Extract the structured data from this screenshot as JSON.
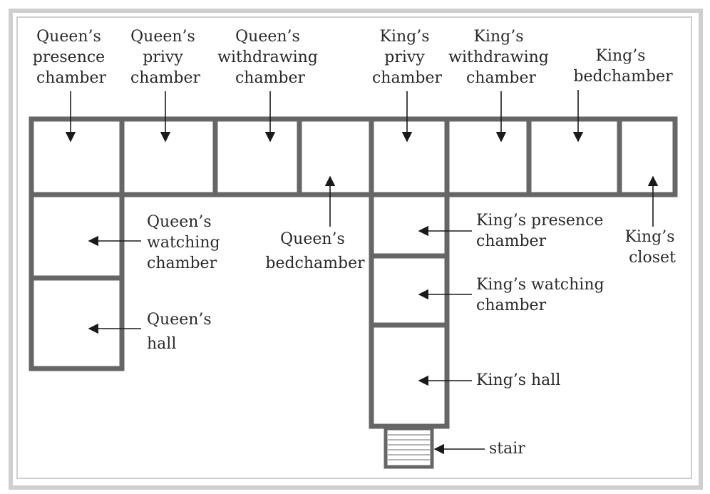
{
  "labels": {
    "queens_presence": [
      "Queen’s",
      "presence",
      "chamber"
    ],
    "queens_privy": [
      "Queen’s",
      "privy",
      "chamber"
    ],
    "queens_withdrawing": [
      "Queen’s",
      "withdrawing",
      "chamber"
    ],
    "kings_privy": [
      "King’s",
      "privy",
      "chamber"
    ],
    "kings_withdrawing": [
      "King’s",
      "withdrawing",
      "chamber"
    ],
    "kings_bedchamber": [
      "King’s",
      "bedchamber"
    ],
    "queens_watching": [
      "Queen’s",
      "watching",
      "chamber"
    ],
    "queens_bedchamber": [
      "Queen’s",
      "bedchamber"
    ],
    "kings_presence": [
      "King’s presence",
      "chamber"
    ],
    "kings_closet": [
      "King’s",
      "closet"
    ],
    "queens_hall": [
      "Queen’s",
      "hall"
    ],
    "kings_watching": [
      "King’s watching",
      "chamber"
    ],
    "kings_hall": [
      "King’s hall"
    ],
    "stair": [
      "stair"
    ]
  }
}
